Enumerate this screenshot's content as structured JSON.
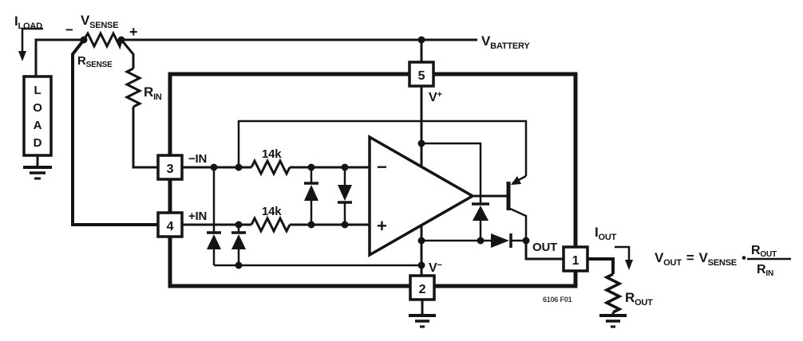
{
  "schematic": {
    "figure_code": "6106 F01",
    "pins": {
      "p1": "1",
      "p2": "2",
      "p3": "3",
      "p4": "4",
      "p5": "5"
    },
    "labels": {
      "i_load": {
        "main": "I",
        "sub": "LOAD"
      },
      "sense_minus": "−",
      "v_sense": {
        "main": "V",
        "sub": "SENSE"
      },
      "sense_plus": "+",
      "r_sense": {
        "main": "R",
        "sub": "SENSE"
      },
      "r_in": {
        "main": "R",
        "sub": "IN"
      },
      "v_battery": {
        "main": "V",
        "sub": "BATTERY"
      },
      "load": {
        "l1": "L",
        "l2": "O",
        "l3": "A",
        "l4": "D"
      },
      "v_plus": {
        "main": "V",
        "sup": "+"
      },
      "v_minus": {
        "main": "V",
        "sup": "−"
      },
      "neg_in": "−IN",
      "pos_in": "+IN",
      "r_14k_top": "14k",
      "r_14k_bottom": "14k",
      "opamp_minus": "−",
      "opamp_plus": "+",
      "out": "OUT",
      "i_out": {
        "main": "I",
        "sub": "OUT"
      },
      "r_out": {
        "main": "R",
        "sub": "OUT"
      }
    },
    "formula": {
      "lhs": "V",
      "lhs_sub": "OUT",
      "eq": "=",
      "rhs": "V",
      "rhs_sub": "SENSE",
      "bullet": "•",
      "num": "R",
      "num_sub": "OUT",
      "den": "R",
      "den_sub": "IN"
    },
    "colors": {
      "ink": "#141414",
      "paper": "#ffffff"
    }
  }
}
